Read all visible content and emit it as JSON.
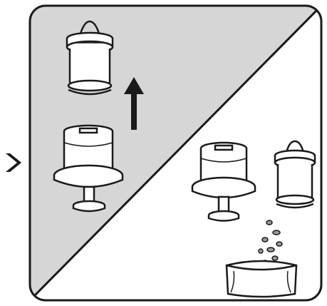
{
  "diagram": {
    "pointer_icon": "chevron-right-icon",
    "panel_split": "diagonal",
    "top_left_panel": {
      "background": "#d6d6d6",
      "parts": [
        "canister-filter",
        "up-arrow-icon",
        "filter-housing-on-stand"
      ]
    },
    "bottom_right_panel": {
      "background": "#ffffff",
      "parts": [
        "filter-housing-on-stand",
        "canister-filter",
        "waste-bin",
        "debris-particles"
      ]
    },
    "colors": {
      "stroke": "#1a1a1a",
      "shaded_panel": "#d6d6d6",
      "white_panel": "#ffffff"
    }
  }
}
